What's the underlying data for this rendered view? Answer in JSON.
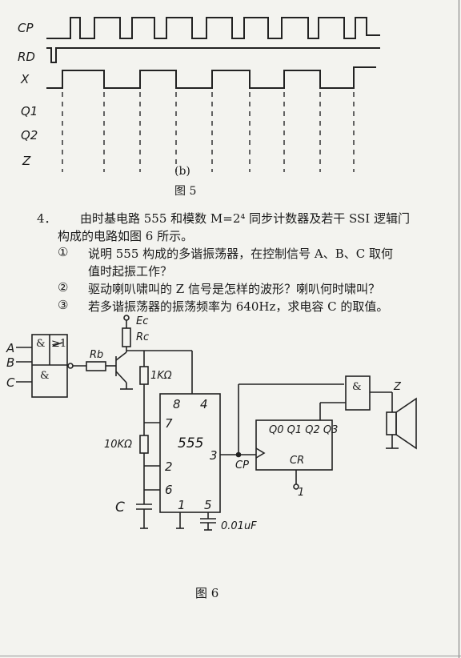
{
  "timing": {
    "signals": [
      "CP",
      "RD",
      "X",
      "Q1",
      "Q2",
      "Z"
    ],
    "sublabel": "(b)",
    "caption": "图 5"
  },
  "problem": {
    "number": "4．",
    "intro_line1": "由时基电路 555 和模数 M=2⁴ 同步计数器及若干 SSI 逻辑门",
    "intro_line2": "构成的电路如图 6 所示。",
    "questions": [
      {
        "marker": "①",
        "line1": "说明 555 构成的多谐振荡器，在控制信号 A、B、C 取何",
        "line2": "值时起振工作？"
      },
      {
        "marker": "②",
        "line1": "驱动喇叭啸叫的 Z 信号是怎样的波形？喇叭何时啸叫？",
        "line2": ""
      },
      {
        "marker": "③",
        "line1": "若多谐振荡器的振荡频率为 640Hz，求电容 C 的取值。",
        "line2": ""
      }
    ]
  },
  "circuit": {
    "inputs": [
      "A",
      "B",
      "C"
    ],
    "gate1_top": "&",
    "gate1_out": "≥1",
    "gate2": "&",
    "rb": "Rb",
    "ec": "Ec",
    "rc": "Rc",
    "r1": "1KΩ",
    "r2": "10KΩ",
    "cap_c": "C",
    "cap_small": "0.01uF",
    "chip": "555",
    "pins": [
      "8",
      "4",
      "7",
      "2",
      "6",
      "1",
      "5",
      "3"
    ],
    "cp": "CP",
    "counter_outputs": "Q0 Q1 Q2 Q3",
    "cr": "CR",
    "cr_val": "1",
    "gate3": "&",
    "z": "Z",
    "caption": "图 6"
  }
}
